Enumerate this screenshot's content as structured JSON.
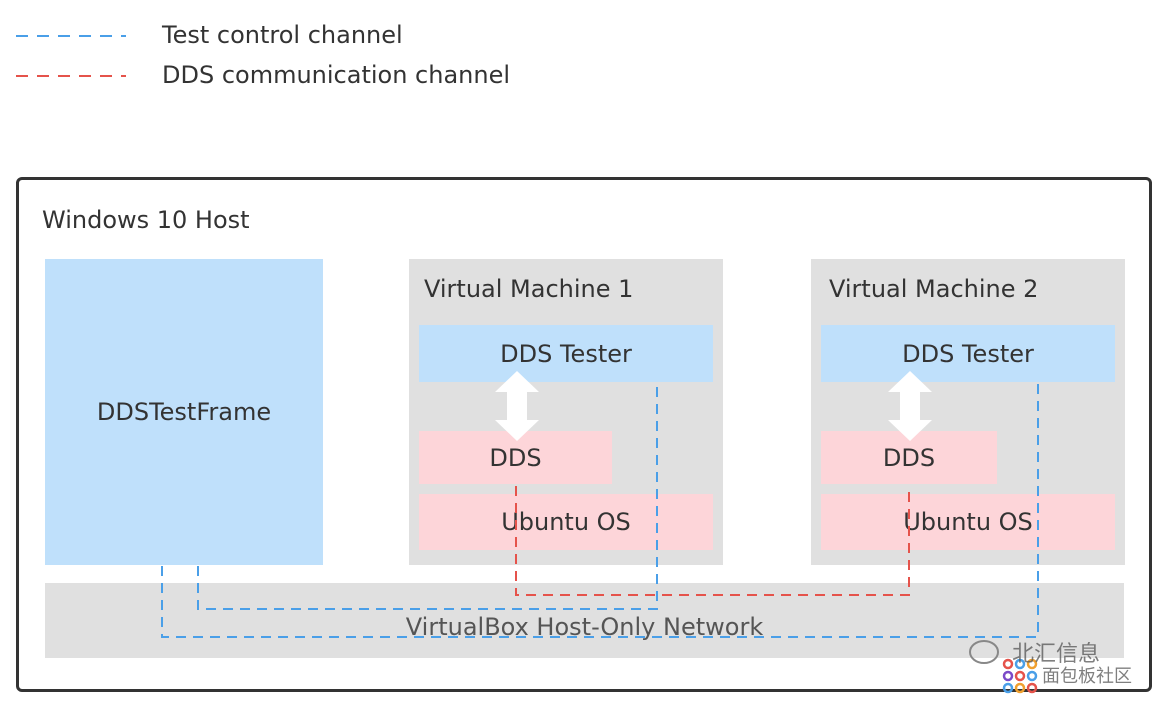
{
  "legend": [
    {
      "label": "Test control channel",
      "color": "#4a9fe8"
    },
    {
      "label": "DDS communication channel",
      "color": "#e5534b"
    }
  ],
  "host": {
    "title": "Windows 10 Host"
  },
  "frame": {
    "label": "DDSTestFrame"
  },
  "vm1": {
    "title": "Virtual Machine 1",
    "tester": "DDS Tester",
    "dds": "DDS",
    "os": "Ubuntu OS"
  },
  "vm2": {
    "title": "Virtual Machine 2",
    "tester": "DDS Tester",
    "dds": "DDS",
    "os": "Ubuntu OS"
  },
  "network": {
    "label": "VirtualBox Host-Only Network"
  },
  "watermark": {
    "name": "北汇信息",
    "site": "面包板社区"
  },
  "colors": {
    "blue_fill": "#bfe0fb",
    "pink_fill": "#fdd5d9",
    "grey_fill": "#e0e0e0",
    "border": "#333333"
  }
}
